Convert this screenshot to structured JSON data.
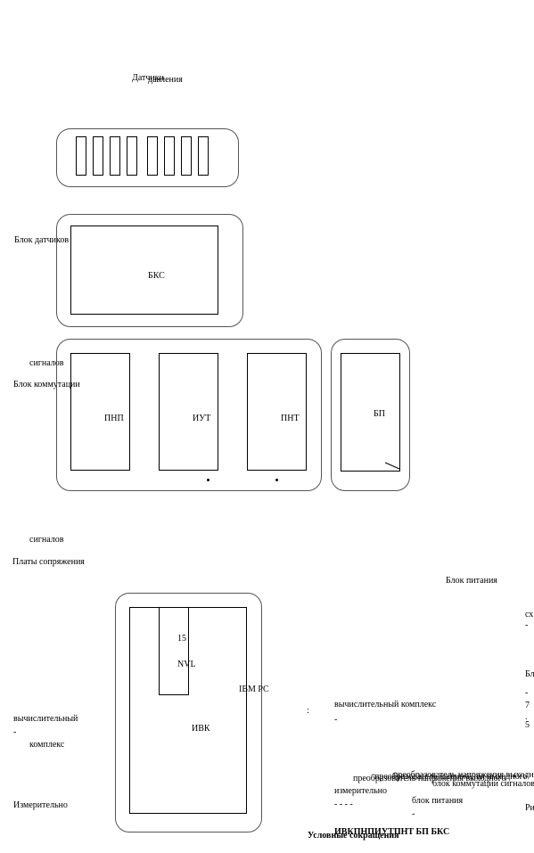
{
  "diagram": {
    "sensors_title_a": "Датчики",
    "sensors_title_b": "давления",
    "sensor_count": 8,
    "sensor_block_label": "Блок датчиков",
    "bks_label": "БКС",
    "switch_signals_a": "сигналов",
    "switch_block_label": "Блок коммутации",
    "pnp_label": "ПНП",
    "iut_label": "ИУТ",
    "pnt_label": "ПНТ",
    "bp_label": "БП",
    "interface_signals": "сигналов",
    "interface_boards_label": "Платы сопряжения",
    "power_block_label": "Блок питания",
    "nvl_num": "15",
    "nvl_label": "NVL",
    "ibm_label": "IBM PC",
    "ivk_label": "ИВК",
    "comp_left_a": "вычислительный",
    "comp_left_dash": "-",
    "comp_left_b": "комплекс",
    "measure_left": "Измерительно"
  },
  "legend": {
    "colon": ":",
    "comp_text": "вычислительный комплекс",
    "dash1": "-",
    "conv_text": "преобразователь напряжения выходного",
    "switch_text": "блок коммутации сигналов",
    "measure_text": "измерительно",
    "dashes_row": "-    -    -    -",
    "power_text": "блок питания",
    "dash2": "-",
    "abbr_row": "ИВКПНПИУТПНТ БП  БКС",
    "title": "Условные сокращения",
    "cut_sx": "сх",
    "cut_dash": "-",
    "cut_bl": "Бл",
    "cut_dash2": "-",
    "cut_7": "7",
    "cut_dot": ".",
    "cut_5": "5",
    "cut_ri": "Ри"
  }
}
